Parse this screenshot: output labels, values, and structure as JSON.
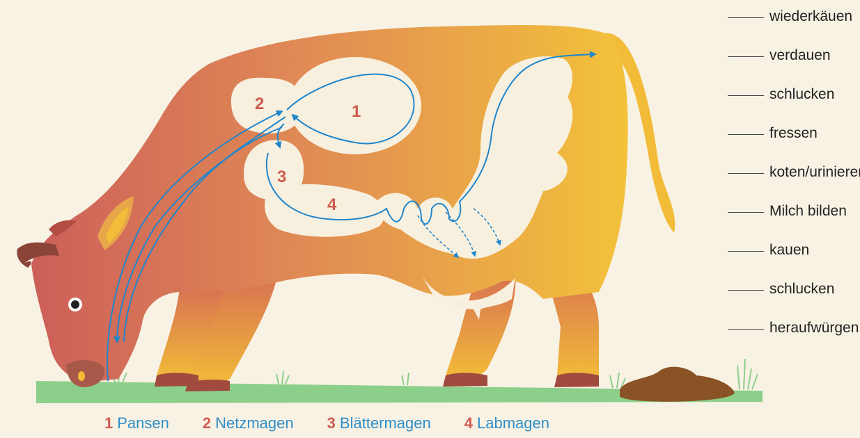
{
  "stomach_numbers": {
    "pansen": "1",
    "netzmagen": "2",
    "blaettermagen": "3",
    "labmagen": "4"
  },
  "activities": [
    "wiederkäuen",
    "verdauen",
    "schlucken",
    "fressen",
    "koten/urinieren",
    "Milch bilden",
    "kauen",
    "schlucken",
    "heraufwürgen"
  ],
  "legend": [
    {
      "num": "1",
      "name": "Pansen"
    },
    {
      "num": "2",
      "name": "Netzmagen"
    },
    {
      "num": "3",
      "name": "Blättermagen"
    },
    {
      "num": "4",
      "name": "Labmagen"
    }
  ],
  "colors": {
    "cow_front": "#d4685a",
    "cow_back": "#f1bd3a",
    "stomach": "#f8f0df",
    "arrow": "#1f86cc",
    "number": "#cf5b4f",
    "grass": "#8ccf8a",
    "dung": "#8a5326"
  }
}
